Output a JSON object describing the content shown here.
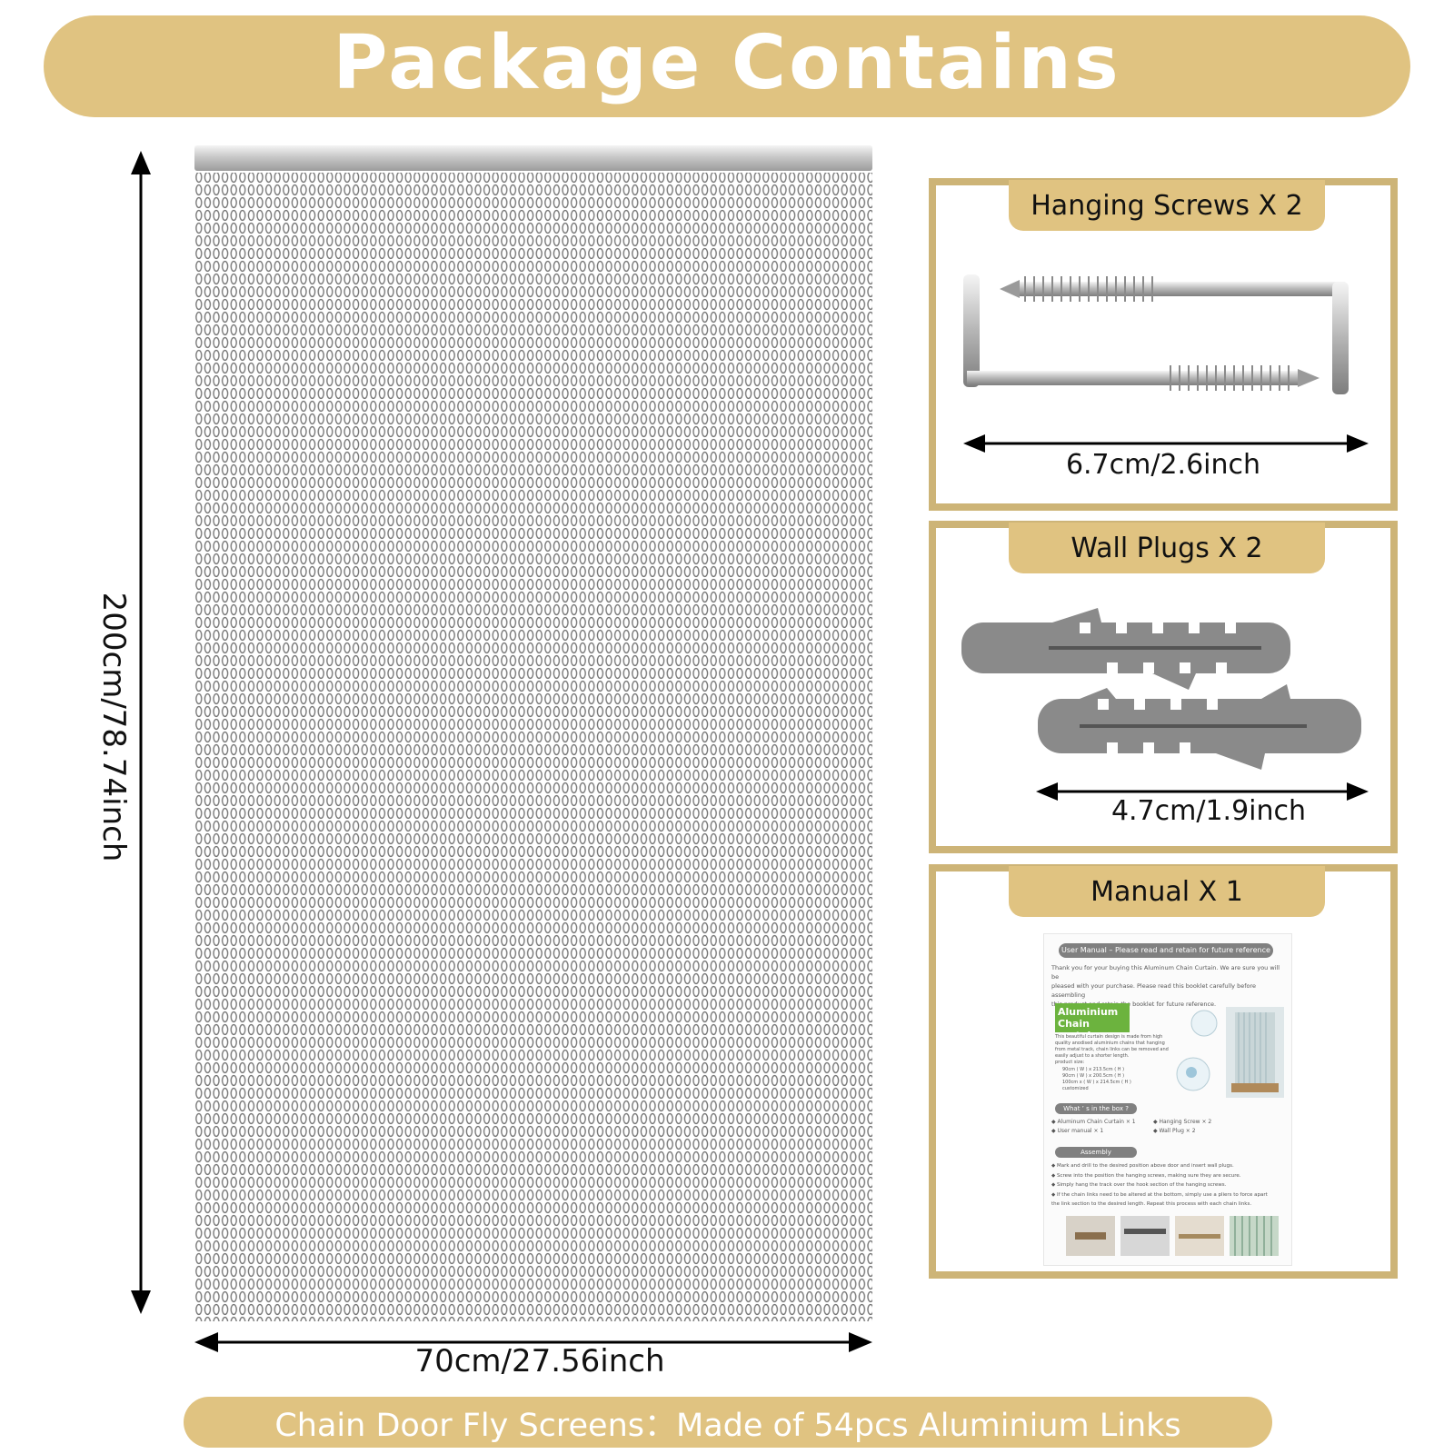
{
  "header": {
    "title": "Package Contains"
  },
  "curtain": {
    "height_label": "200cm/78.74inch",
    "width_label": "70cm/27.56inch"
  },
  "items": [
    {
      "tab": "Hanging Screws X 2",
      "dimension": "6.7cm/2.6inch",
      "icon": "hook-screw-icon"
    },
    {
      "tab": "Wall Plugs X 2",
      "dimension": "4.7cm/1.9inch",
      "icon": "wall-plug-icon"
    },
    {
      "tab": "Manual X 1",
      "icon": "manual-document-icon"
    }
  ],
  "manual": {
    "header": "User Manual – Please read and retain for future reference",
    "intro": "Thank you for your buying this Aluminum Chain Curtain. We are sure you will be\npleased with your purchase. Please read this booklet carefully before assembling\nthis product and retain the booklet for future reference.",
    "product_title": "Aluminium\nChain curtain",
    "product_desc": "This beautiful curtain design is made from high\nquality anodised aluminium chains that hanging\nfrom metal track, chain links can be removed and\neasily adjust to a shorter length.\nproduct size:",
    "sizes": "90cm ( W ) x 213.5cm ( H )\n90cm ( W ) x 200.5cm ( H )\n100cm x ( W ) x 214.5cm ( H )\ncustomized",
    "box_title": "What ’ s in the box ?",
    "box_left": "◆ Aluminum Chain Curtain × 1\n◆ User manual × 1",
    "box_right": "◆ Hanging Screw × 2\n◆ Wall Plug × 2",
    "assembly_title": "Assembly",
    "assembly_steps": "◆ Mark and drill to the desired position above door and insert wall plugs.\n◆ Screw into the position the hanging screws, making sure they are secure.\n◆ Simply hang the track over the hook section of the hanging screws.\n◆ If the chain links need to be altered at the bottom, simply use a pliers to force apart\n   the link section to the desired length. Repeat this process with each chain links."
  },
  "footer": {
    "text": "Chain Door Fly Screens：Made of 54pcs Aluminium Links"
  },
  "colors": {
    "gold": "#e0c381",
    "panel_border": "#cdb477",
    "chain": "#7a7a7a",
    "plug": "#8a8a8a"
  }
}
